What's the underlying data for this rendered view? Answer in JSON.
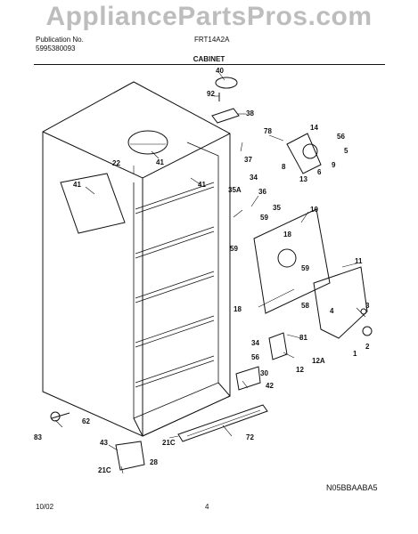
{
  "watermark": "AppliancePartsPros.com",
  "header": {
    "publication_label": "Publication No.",
    "publication_number": "5995380093",
    "model": "FRT14A2A",
    "section_title": "CABINET"
  },
  "footer": {
    "date": "10/02",
    "page": "4",
    "diagram_code": "N05BBAABA5"
  },
  "callouts": [
    "40",
    "92",
    "38",
    "41",
    "22",
    "41",
    "41",
    "37",
    "78",
    "14",
    "8",
    "56",
    "5",
    "9",
    "6",
    "13",
    "35A",
    "34",
    "36",
    "35",
    "59",
    "59",
    "18",
    "10",
    "11",
    "59",
    "18",
    "58",
    "4",
    "3",
    "2",
    "81",
    "1",
    "34",
    "56",
    "30",
    "12",
    "12A",
    "42",
    "62",
    "83",
    "72",
    "21C",
    "43",
    "28",
    "21C"
  ]
}
